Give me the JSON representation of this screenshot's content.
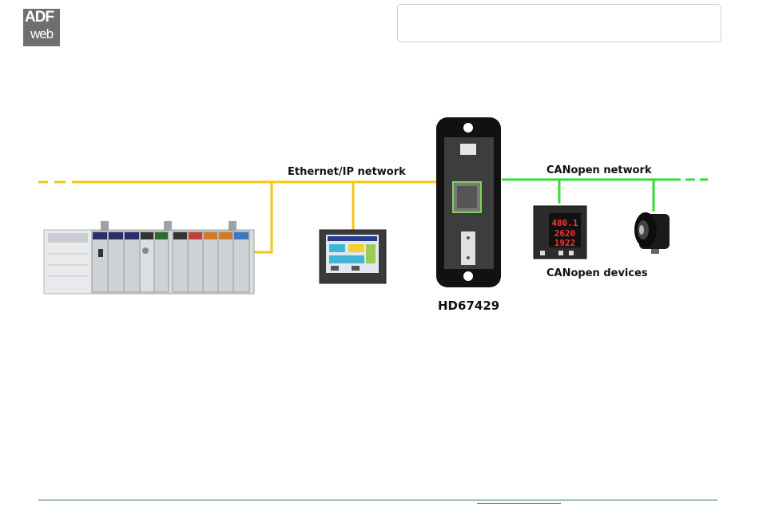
{
  "logo": {
    "line1": "ADF",
    "line2": "web"
  },
  "diagram": {
    "ethernet_label": "Ethernet/IP network",
    "canopen_label": "CANopen network",
    "devices_label": "CANopen devices",
    "gateway_label": "HD67429",
    "meter_values": [
      "480.1",
      "2620",
      "1922"
    ],
    "colors": {
      "ethernet": "#f5c518",
      "canopen": "#33dd33"
    }
  }
}
